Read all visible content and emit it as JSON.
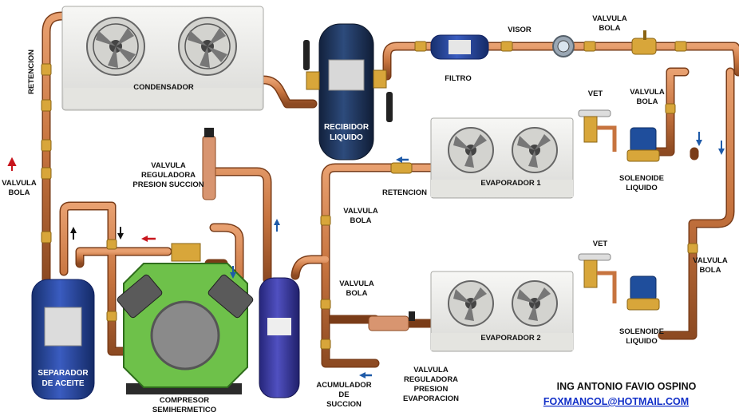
{
  "labels": {
    "condensador": "CONDENSADOR",
    "retencion_left": "RETENCION",
    "valvula_bola_left": [
      "VALVULA",
      "BOLA"
    ],
    "recibidor": [
      "RECIBIDOR",
      "LIQUIDO"
    ],
    "filtro": "FILTRO",
    "visor": "VISOR",
    "valvula_bola_top": [
      "VALVULA",
      "BOLA"
    ],
    "vet_1": "VET",
    "valvula_bola_right_top": [
      "VALVULA",
      "BOLA"
    ],
    "solenoide_1": [
      "SOLENOIDE",
      "LIQUIDO"
    ],
    "evaporador_1": "EVAPORADOR 1",
    "retencion_mid": "RETENCION",
    "valvula_reg_succion": [
      "VALVULA",
      "REGULADORA",
      "PRESION SUCCION"
    ],
    "valvula_bola_mid1": [
      "VALVULA",
      "BOLA"
    ],
    "valvula_bola_mid2": [
      "VALVULA",
      "BOLA"
    ],
    "vet_2": "VET",
    "valvula_bola_right_bottom": [
      "VALVULA",
      "BOLA"
    ],
    "evaporador_2": "EVAPORADOR 2",
    "solenoide_2": [
      "SOLENOIDE",
      "LIQUIDO"
    ],
    "separador": [
      "SEPARADOR",
      "DE ACEITE"
    ],
    "compresor": [
      "COMPRESOR",
      "SEMIHERMETICO"
    ],
    "acumulador": [
      "ACUMULADOR",
      "DE",
      "SUCCION"
    ],
    "valvula_reg_evap": [
      "VALVULA",
      "REGULADORA",
      "PRESION",
      "EVAPORACION"
    ]
  },
  "credits": {
    "author": "ING ANTONIO FAVIO OSPINO",
    "email": "FOXMANCOL@HOTMAIL.COM"
  },
  "colors": {
    "copper": "#c7743f",
    "brass": "#d8a63a",
    "tank_blue": "#1f3f95",
    "receiver_navy": "#1b2f55",
    "compressor_green": "#6ec14a",
    "arrow_red": "#c8161d",
    "arrow_blue": "#1e5aa8"
  }
}
